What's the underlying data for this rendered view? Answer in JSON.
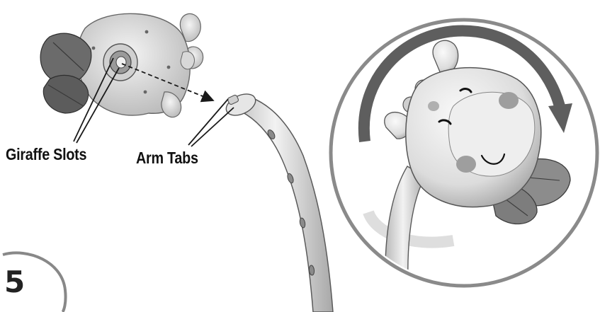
{
  "labels": {
    "giraffe_slots": "Giraffe Slots",
    "arm_tabs": "Arm Tabs"
  },
  "step": {
    "number": "5"
  },
  "colors": {
    "line": "#1a1a1a",
    "toy_light": "#e8e8e8",
    "toy_mid": "#c4c4c4",
    "toy_dark": "#7a7a7a",
    "arrow": "#404040",
    "circle_border": "#8a8a8a"
  },
  "icons": {
    "rotation": "clockwise-arrow-icon",
    "step_badge": "step-circle-icon"
  }
}
